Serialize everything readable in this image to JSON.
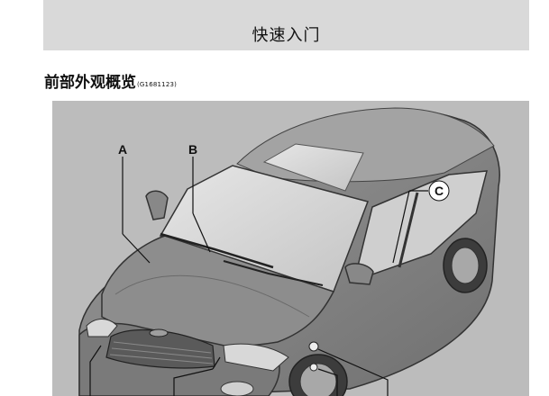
{
  "header": {
    "title": "快速入门"
  },
  "section": {
    "title": "前部外观概览",
    "code": "(G1681123)"
  },
  "figure": {
    "callouts": {
      "a": "A",
      "b": "B",
      "c": "C"
    },
    "colors": {
      "background": "#bcbcbc",
      "header_band": "#d9d9d9"
    }
  }
}
